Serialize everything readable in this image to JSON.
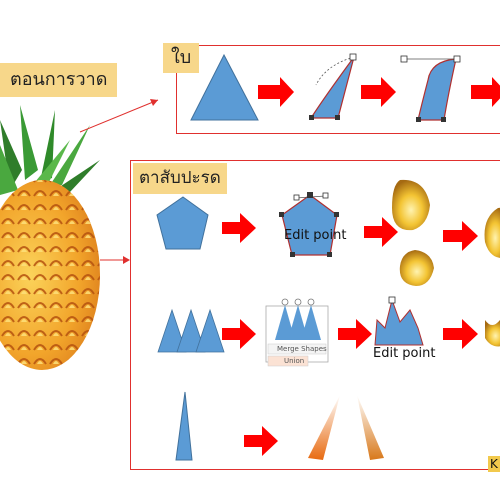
{
  "title": "ตอนการวาด",
  "leaf_section": {
    "label": "ใบ"
  },
  "eye_section": {
    "label": "ตาสับปะรด",
    "edit_point_1": "Edit point",
    "edit_point_2": "Edit point",
    "merge_shapes": "Merge Shapes",
    "union": "Union"
  },
  "corner_text": "K",
  "colors": {
    "shape_blue": "#5b9bd5",
    "arrow_red": "#ff0000",
    "frame_red": "#e0302e",
    "badge_yellow": "#f7d78a",
    "gold": "#f5c430"
  }
}
